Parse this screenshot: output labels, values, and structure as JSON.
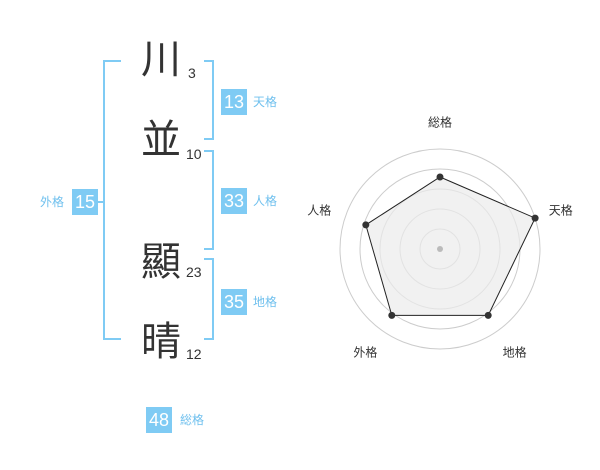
{
  "name": {
    "chars": [
      {
        "char": "川",
        "strokes": "3"
      },
      {
        "char": "並",
        "strokes": "10"
      },
      {
        "char": "顯",
        "strokes": "23"
      },
      {
        "char": "晴",
        "strokes": "12"
      }
    ]
  },
  "kakusu": {
    "tenkaku": {
      "value": "13",
      "label": "天格"
    },
    "jinkaku": {
      "value": "33",
      "label": "人格"
    },
    "chikaku": {
      "value": "35",
      "label": "地格"
    },
    "gaikaku": {
      "value": "15",
      "label": "外格"
    },
    "soukaku": {
      "value": "48",
      "label": "総格"
    }
  },
  "chart_data": {
    "type": "radar",
    "axes": [
      "総格",
      "天格",
      "地格",
      "外格",
      "人格"
    ],
    "values": [
      3.6,
      5.0,
      4.1,
      4.1,
      3.9
    ],
    "range": [
      0,
      5
    ],
    "rings": 5,
    "colors": {
      "line": "#222222",
      "fill": "#ebebeb",
      "ring": "#cccccc",
      "point": "#333333"
    }
  }
}
